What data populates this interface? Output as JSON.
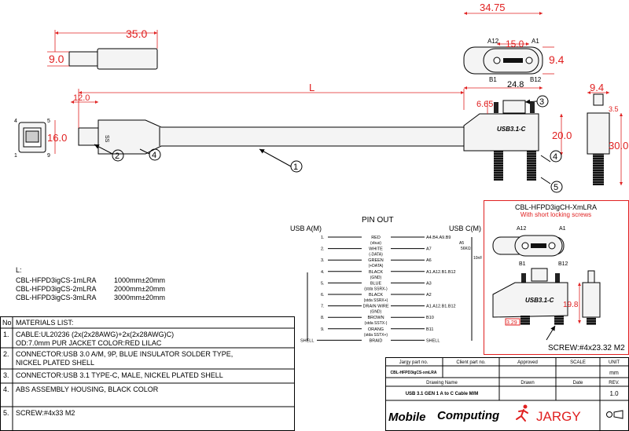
{
  "dims": {
    "a_length": "35.0",
    "a_height": "9.0",
    "c_width": "34.75",
    "c_pitch": "15.0",
    "c_depth": "9.4",
    "c_len": "24.8",
    "L": "L",
    "a_offset": "12.0",
    "a_body": "16.0",
    "screw_top": "6.65",
    "c_height": "20.0",
    "side_width": "9.4",
    "side_screw": "3.5",
    "side_total": "30.0"
  },
  "pins": {
    "a12": "A12",
    "a1": "A1",
    "b1": "B1",
    "b12": "B12",
    "p4": "4",
    "p5": "5",
    "p1": "1",
    "p9": "9"
  },
  "callouts": [
    "1",
    "2",
    "3",
    "4",
    "5"
  ],
  "connector_label": "USB3.1-C",
  "a_label": "SS",
  "pinout": {
    "title": "PIN OUT",
    "left": "USB A(M)",
    "right": "USB C(M)",
    "resistor": "A5",
    "res_val": "56KΩ",
    "cap": "10nF",
    "rows": [
      {
        "pin": "1.",
        "wire": "RED",
        "sub": "(vbus)",
        "c": "A4.B4.A9.B9"
      },
      {
        "pin": "2.",
        "wire": "WHITE",
        "sub": "(-DATA)",
        "c": "A7"
      },
      {
        "pin": "3.",
        "wire": "GREEN",
        "sub": "(+DATA)",
        "c": "A6"
      },
      {
        "pin": "4.",
        "wire": "BLACK",
        "sub": "(GND)",
        "c": "A1.A12.B1.B12"
      },
      {
        "pin": "5.",
        "wire": "BLUE",
        "sub": "(stda SSRX-)",
        "c": "A3"
      },
      {
        "pin": "6.",
        "wire": "BLACK",
        "sub": "(stda SSRX+)",
        "c": "A2"
      },
      {
        "pin": "7.",
        "wire": "DRAIN WIRE",
        "sub": "(GND)",
        "c": "A1.A12.B1.B12"
      },
      {
        "pin": "8.",
        "wire": "BROWN",
        "sub": "(stda SSTX-)",
        "c": "B10"
      },
      {
        "pin": "9.",
        "wire": "ORANG",
        "sub": "(stda SSTX+)",
        "c": "B11"
      },
      {
        "pin": "SHELL",
        "wire": "BRAID",
        "sub": "",
        "c": "SHELL"
      }
    ]
  },
  "lengths": {
    "label": "L:",
    "items": [
      {
        "part": "CBL-HFPD3igCS-1mLRA",
        "len": "1000mm±20mm"
      },
      {
        "part": "CBL-HFPD3igCS-2mLRA",
        "len": "2000mm±20mm"
      },
      {
        "part": "CBL-HFPD3igCS-3mLRA",
        "len": "3000mm±20mm"
      }
    ]
  },
  "materials": {
    "no": "No",
    "title": "MATERIALS LIST:",
    "rows": [
      {
        "n": "1.",
        "lines": [
          "CABLE:UL20236 (2x(2x28AWG)+2x(2x28AWG)C)",
          "OD:7.0mm  PUR JACKET COLOR:RED LILAC"
        ]
      },
      {
        "n": "2.",
        "lines": [
          "CONNECTOR:USB 3.0 A/M, 9P, BLUE INSULATOR SOLDER TYPE,",
          "NICKEL PLATED SHELL"
        ]
      },
      {
        "n": "3.",
        "lines": [
          "CONNECTOR:USB 3.1 TYPE-C, MALE, NICKEL PLATED SHELL"
        ]
      },
      {
        "n": "4.",
        "lines": [
          "ABS ASSEMBLY HOUSING, BLACK COLOR"
        ]
      },
      {
        "n": "5.",
        "lines": [
          "SCREW:#4x33 M2"
        ]
      }
    ]
  },
  "variant": {
    "title": "CBL-HFPD3igCH-XmLRA",
    "subtitle": "With short locking screws",
    "height": "19.8",
    "screw_len": "3.29",
    "screw": "SCREW:#4x23.32 M2"
  },
  "titleblock": {
    "h_part": "Jargy part no.",
    "h_client": "Client part no.",
    "h_approved": "Approved",
    "h_scale": "SCALE",
    "h_unit": "UNIT",
    "part": "CBL-HFPD3igCS-xmLRA",
    "unit": "mm",
    "h_name": "Drawing Name",
    "h_drawn": "Drawn",
    "h_date": "Date",
    "h_rev": "REV.",
    "name": "USB 3.1 GEN 1 A to C Cable M/M",
    "rev": "1.0",
    "logo1": "Mobile",
    "logo2": "Computing",
    "logo3": "JARGY"
  }
}
